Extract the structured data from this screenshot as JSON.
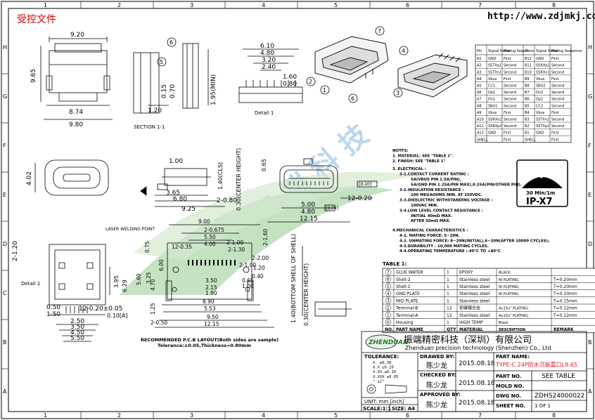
{
  "header": {
    "stamp": "受控文件",
    "url": "http://www.zdjmkj.com"
  },
  "border": {
    "cols": [
      "1",
      "2",
      "3",
      "4",
      "5",
      "6",
      "7",
      "8"
    ],
    "rows": [
      "H",
      "G",
      "F",
      "E",
      "D",
      "C",
      "B",
      "A"
    ]
  },
  "dims": {
    "top_left": [
      "9.20",
      "9.65",
      "8.74",
      "9.80"
    ],
    "section": [
      "1.20",
      "0.15",
      "0.70",
      "1.95(MIN)",
      "SECTION 1-1"
    ],
    "top_mid": [
      "6.10",
      "4.80",
      "3.20",
      "2.40",
      "1.60",
      "0.80",
      "Detail 1"
    ],
    "mid_left": [
      "4.02",
      "1.00",
      "1.40(CLS)",
      "3.65",
      "6.80",
      "9.25",
      "0.30(CENTER HEIGHT)",
      "2-0.80"
    ],
    "mid_center": [
      "0.65",
      "5.00",
      "4.80",
      "12.15",
      "12-0.20",
      "[0.10]",
      "[0.05]"
    ],
    "bottom_left": [
      "2-1.20",
      "Detail 1",
      "0.50",
      "1.50",
      "12-0.20±0.05",
      "0.10[A]",
      "2.50",
      "3.50",
      "4.50",
      "5.50",
      "3.95",
      "6.29",
      "LASER WELDING POINT"
    ],
    "bottom_mid": [
      "9.00",
      "2-0.675",
      "5.50",
      "4.00",
      "12-0.35",
      "0.75",
      "5.60",
      "3.25",
      "4.70",
      "1.25",
      "2-0.50",
      "2-1.00",
      "2-1.30",
      "2-2.00",
      "2-1.60",
      "2-1.00",
      "1.20",
      "0.40",
      "0.65",
      "1.00",
      "8.90",
      "5.53",
      "9.50",
      "12.15",
      "6.00",
      "3.50",
      "2.15",
      "1.90"
    ],
    "bottom_right_v": [
      "1.40(BOTTOM SHELL OF SHELL)",
      "0.30(CENTER HEIGHT)"
    ],
    "pcb_note1": "RECOMMENDED P.C.B LAYOUT(Both sides are sample)",
    "pcb_note2": "Tolerance:±0.05,Thickness=0.80mm"
  },
  "balloons": [
    "1",
    "2",
    "3",
    "4",
    "5",
    "6",
    "7"
  ],
  "pin_table": {
    "headers": [
      "Pin",
      "Signal Name",
      "Mating Sequence",
      "Pin",
      "Signal Name",
      "Mating Sequence"
    ],
    "rows": [
      [
        "A1",
        "GND",
        "First",
        "B12",
        "GND",
        "First"
      ],
      [
        "A2",
        "SSTXp1",
        "Second",
        "B11",
        "SSRXp1",
        "Second"
      ],
      [
        "A3",
        "SSTXn1",
        "Second",
        "B10",
        "SSRXn1",
        "Second"
      ],
      [
        "A4",
        "Vbus",
        "First",
        "B9",
        "Vbus",
        "First"
      ],
      [
        "A5",
        "CC1",
        "Second",
        "B8",
        "SBU2",
        "Second"
      ],
      [
        "A6",
        "Dp1",
        "Second",
        "B7",
        "Dn2",
        "Second"
      ],
      [
        "A7",
        "Dn1",
        "Second",
        "B6",
        "Dp2",
        "Second"
      ],
      [
        "A8",
        "SBU1",
        "Second",
        "B5",
        "CC2",
        "Second"
      ],
      [
        "A9",
        "Vbus",
        "First",
        "B4",
        "Vbus",
        "First"
      ],
      [
        "A10",
        "SSRXn2",
        "Second",
        "B3",
        "SSTXn2",
        "Second"
      ],
      [
        "A11",
        "SSRXp2",
        "Second",
        "B2",
        "SSTXp2",
        "Second"
      ],
      [
        "A12",
        "GND",
        "First",
        "B1",
        "GND",
        "First"
      ],
      [
        "SHELL",
        "",
        "First",
        "SHELL",
        "",
        "First"
      ]
    ]
  },
  "badge": {
    "top": "30 Min/1m",
    "bottom": "IP-X7"
  },
  "notes": [
    "NOTFS:",
    "1. MATERIAL: SEE \"TABLE 1\".",
    "2. FINISH: SEE \"TABLE 1\"",
    "3. ELECTRICAL :",
    "3-1.CONTACT CURRENT RATING :",
    "5A(VBUS PIN 1.5A/PIN),",
    "5A(GND PIN 1.25A/PIN MAX),0.25A(PIN/OTHER PIN).",
    "3-2.INSULATION RESISTANCE :",
    "100 MEGAOHMS MIN. AT 250VDC.",
    "3-3.DIEELECTRIC WITHSTANDING VOLTAGE :",
    "100VAC MIN.",
    "3-4.LOW LEVEL CONTACT RESISTANCE :",
    "INITIAL 40mΩ MAX.",
    "AFTER 50mΩ MAX.",
    "4.MECHANICAL CHARACTERISTICS :",
    "4-1. MATING FORCE: 5~20N.",
    "4-2. UNMATING FORCE: 8~20N(INITIAL),6~20N(AFTER 10000 CYCLES);",
    "4-3.DURABILITY : 10,000 MATING CYCLES.",
    "4-4.OPERATING TEMPERATURE :-40°C TO +80°C"
  ],
  "table1": {
    "title": "TABLE 1:",
    "rows": [
      [
        "7",
        "GLUE WATER",
        "1",
        "EPOXY",
        "BLACK;",
        ""
      ],
      [
        "6",
        "Shell-2",
        "1",
        "Stainless steel",
        "Ni PLATING;",
        "T=0.20mm"
      ],
      [
        "5",
        "Shell-1",
        "1",
        "Stainless steel",
        "Ni PLATING;",
        "T=0.20mm"
      ],
      [
        "4",
        "GND PLATE",
        "1",
        "Stainless steel",
        "Ni PLATING;",
        "T=0.10mm"
      ],
      [
        "3",
        "MID PLATE",
        "1",
        "Stainless steel",
        "",
        "T=0.15mm"
      ],
      [
        "2",
        "Terminal-B",
        "12",
        "铜镍锡合金",
        "Au15u\" PLATING;",
        "T=0.12mm"
      ],
      [
        "1",
        "Terminal-A",
        "12",
        "Stainless steel",
        "Au15u\" PLATING;",
        "T=0.12mm"
      ],
      [
        "0",
        "Housing",
        "1",
        "HIGH TEMP",
        "Black",
        ""
      ]
    ],
    "headers": [
      "NO.",
      "PART NAME",
      "QTY",
      "MATERIAL",
      "DESCRIPTION",
      "REMARK"
    ]
  },
  "title_block": {
    "logo": "ZHENDUAN",
    "company_cn": "振端精密科技（深圳）有限公司",
    "company_en": "Zhenduan precision technology (Shenzhen) Co., Ltd",
    "tolerance_label": "TOLERANCE:",
    "tol_rows": [
      "X.      ±0.30",
      "X.X     ±0.20",
      "X.XX    ±0.10",
      "X.XXX   ±0.05",
      "°       ±2°"
    ],
    "unit": "UNIT:  mm  [inch]",
    "scale": "SCALE:1:1",
    "size": "SIZE: A4",
    "drawed_by": "DRAWED BY:",
    "checked_by": "CHECKED BY:",
    "approved_by": "APPROVED BY:",
    "name": "陈少龙",
    "date": "2015.08.18",
    "part_name_label": "PART NAME:",
    "part_name": "TYPE-C 24P防水沉板嘉口L9.65",
    "part_no_label": "PART NO.",
    "part_no": "SEE TABLE",
    "mold_no_label": "MOLD NO.",
    "dwg_no_label": "DWG NO.",
    "dwg_no": "ZDHS24000022",
    "sheet_no_label": "SHEET NO.",
    "sheet_no": "1 OF 1"
  },
  "watermark": "振 端 科 技",
  "colors": {
    "watermark_green": "#7ec07a",
    "watermark_blue": "#7aa6d8",
    "stamp_red": "#e00000",
    "part_red": "#d0202a"
  }
}
